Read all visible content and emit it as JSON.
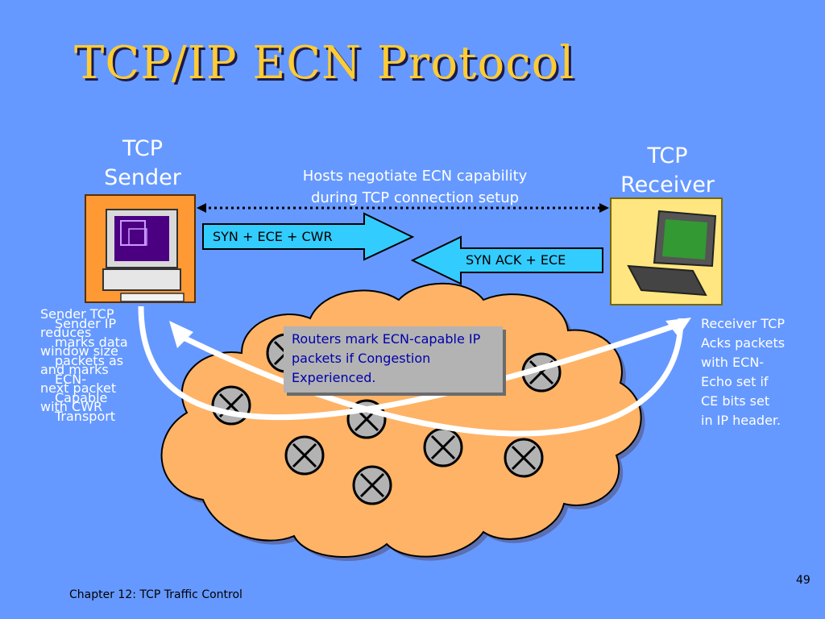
{
  "slide": {
    "title": "TCP/IP ECN Protocol",
    "sender_title_line1": "TCP",
    "sender_title_line2": "Sender",
    "receiver_title_line1": "TCP",
    "receiver_title_line2": "Receiver",
    "negotiation_line1": "Hosts negotiate ECN capability",
    "negotiation_line2": "during TCP connection setup",
    "syn_label": "SYN + ECE + CWR",
    "synack_label": "SYN ACK + ECE",
    "routers_note": "Routers mark  ECN-capable IP packets if Congestion Experienced.",
    "sender_tcp_note": [
      "Sender TCP",
      "reduces",
      "window size",
      "and marks",
      "next packet",
      "with CWR"
    ],
    "sender_ip_note": [
      "Sender IP",
      "marks data",
      "packets as",
      "ECN-",
      "Capable",
      "Transport"
    ],
    "receiver_note": [
      "Receiver TCP",
      "Acks packets",
      "with ECN-",
      "Echo set if",
      "CE bits set",
      "in IP header."
    ],
    "footer": "Chapter 12:  TCP Traffic Control",
    "page_number": "49"
  },
  "colors": {
    "background": "#6699ff",
    "title": "#ffcc33",
    "cloud": "#ffb366",
    "arrow_fill": "#33ccff",
    "router_box": "#b3b3b3",
    "router_text": "#0000aa"
  }
}
